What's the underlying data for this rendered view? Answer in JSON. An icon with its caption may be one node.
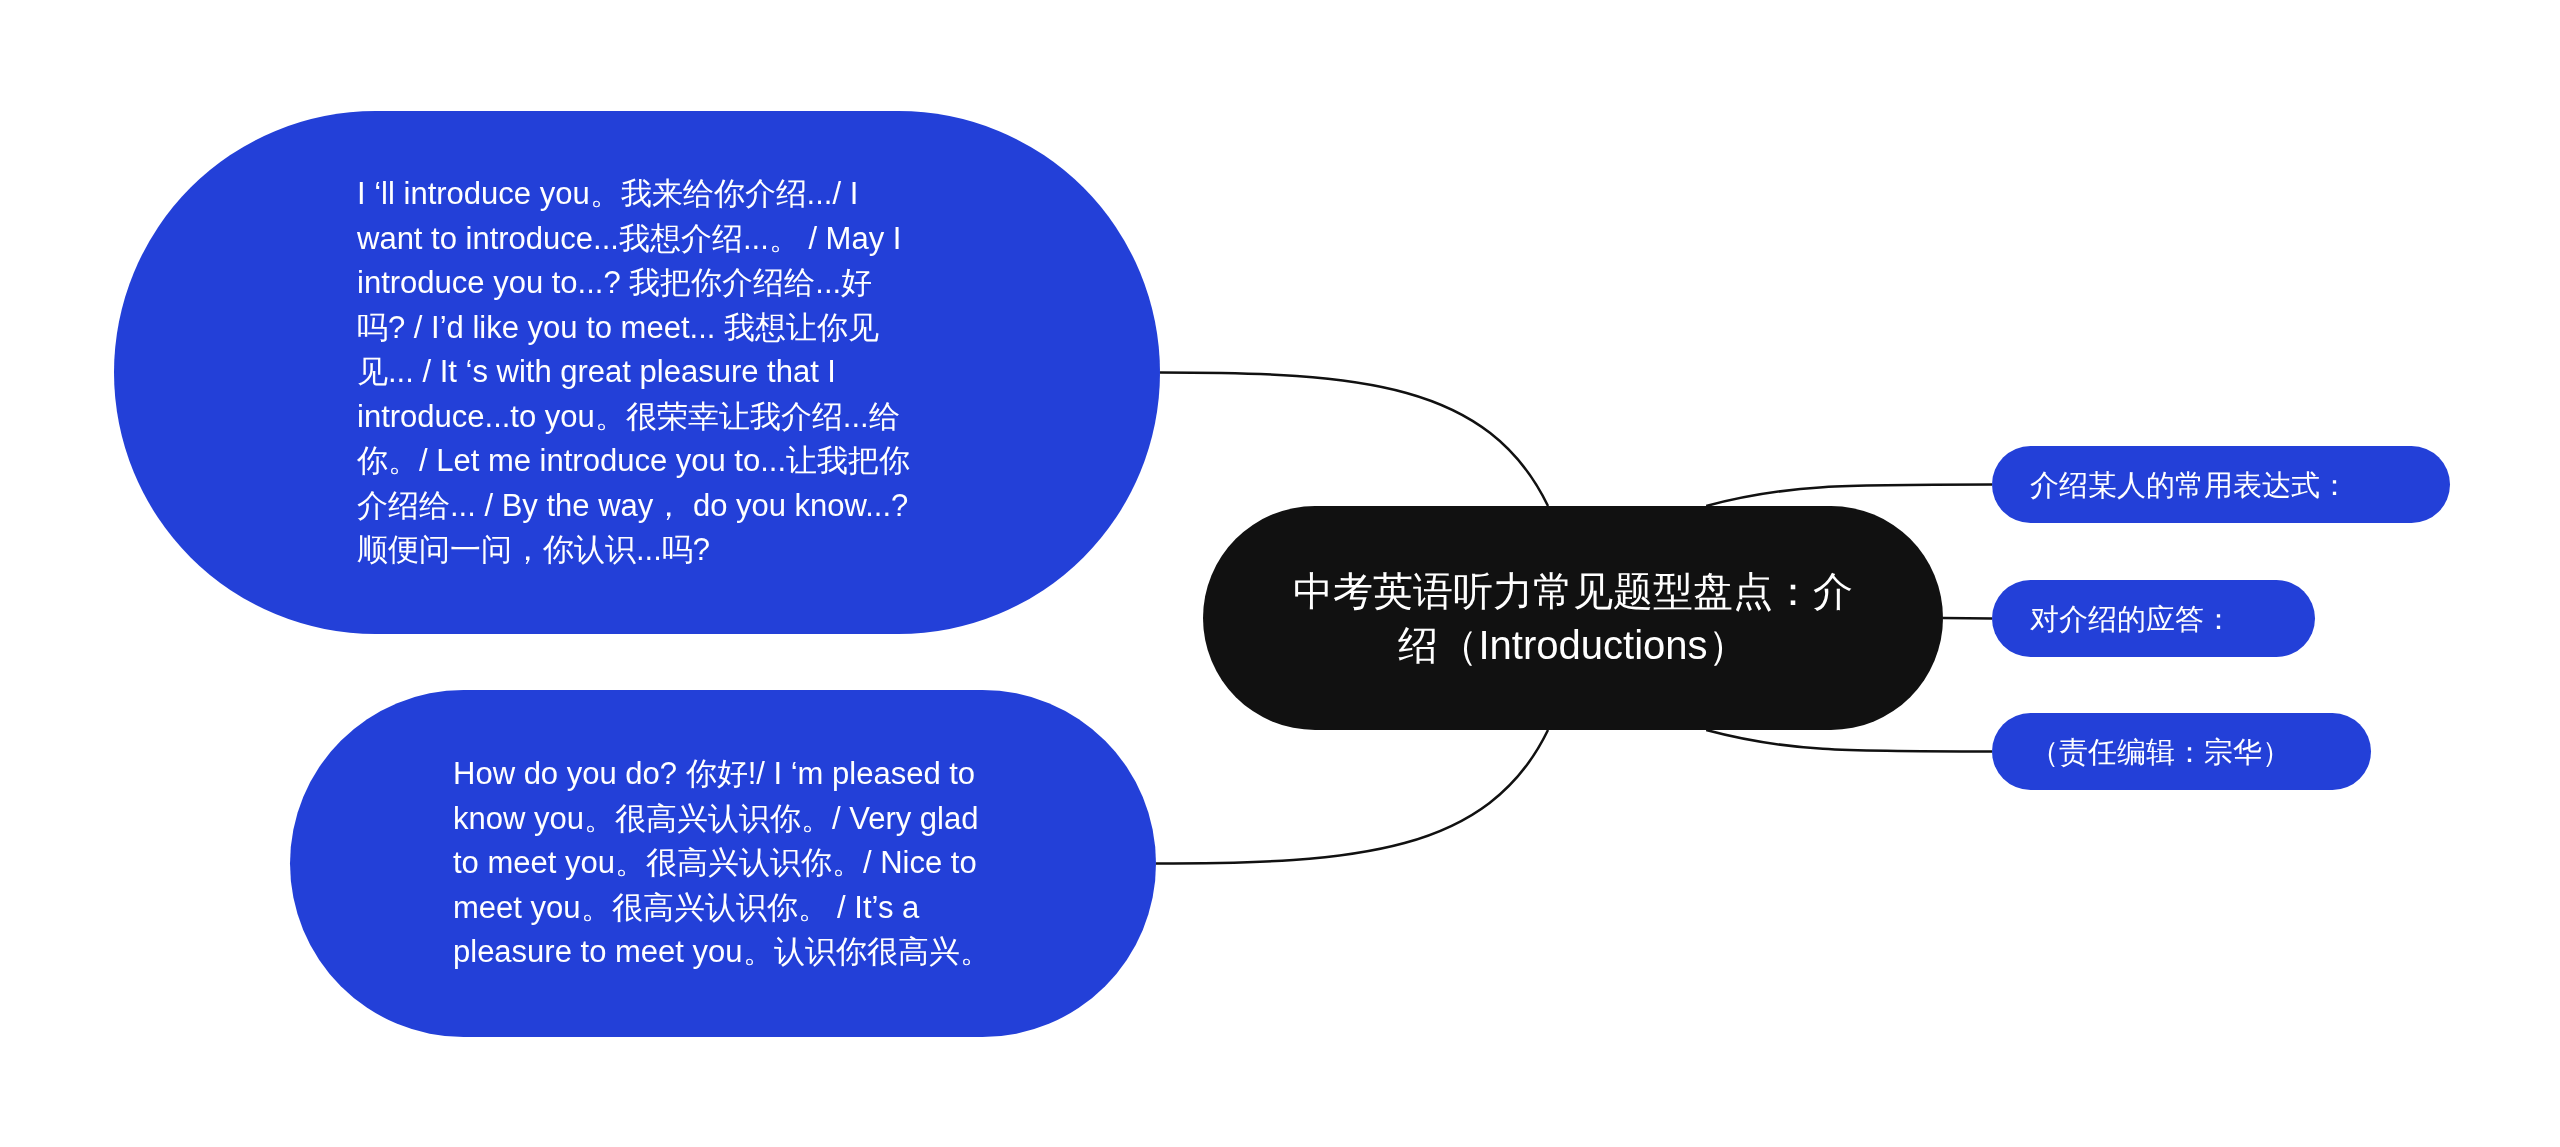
{
  "diagram": {
    "nodes": [
      {
        "text": [
          "中考英语听力常见题型盘点：介绍（Introductions）"
        ]
      },
      {
        "text": [
          "介绍某人的常用表达式："
        ]
      },
      {
        "text": [
          "对介绍的应答："
        ]
      },
      {
        "text": [
          "（责任编辑：宗华）"
        ]
      },
      {
        "text": [
          "I ‘ll introduce you。我来给你介绍.../ I want to introduce...我想介绍...。 / May I introduce you to...? 我把你介绍给...好吗? / I’d like you to meet... 我想让你见见... / It ‘s with great pleasure that I introduce...to you。很荣幸让我介绍...给你。/ Let me introduce you to...让我把你介绍给... / By the way， do you know...? 顺便问一问，你认识...吗?"
        ]
      },
      {
        "text": [
          "How do you do? 你好!/ I ‘m pleased to know you。很高兴认识你。/ Very glad to meet you。很高兴认识你。/ Nice to meet you。很高兴认识你。 / It’s a pleasure to meet you。认识你很高兴。"
        ]
      }
    ],
    "edges": [
      {
        "from": 0,
        "to": 1,
        "arrow": "none"
      },
      {
        "from": 0,
        "to": 2,
        "arrow": "none"
      },
      {
        "from": 0,
        "to": 3,
        "arrow": "none"
      },
      {
        "from": 0,
        "to": 4,
        "arrow": "none"
      },
      {
        "from": 0,
        "to": 5,
        "arrow": "none"
      }
    ]
  }
}
